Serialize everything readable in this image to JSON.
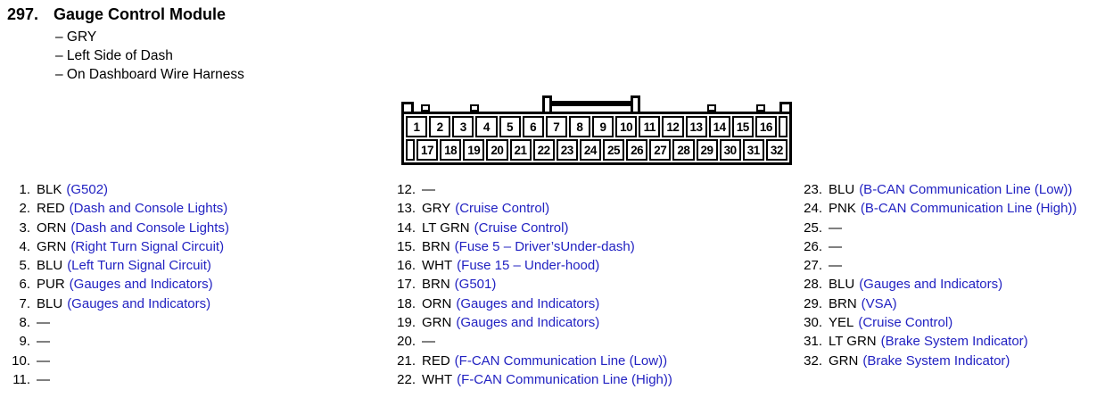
{
  "header": {
    "item_number": "297.",
    "title": "Gauge Control Module",
    "details": [
      "– GRY",
      "– Left Side of Dash",
      "– On Dashboard Wire Harness"
    ]
  },
  "colors": {
    "text": "#000000",
    "link_blue": "#2222c2"
  },
  "connector": {
    "top_pins": [
      "1",
      "2",
      "3",
      "4",
      "5",
      "6",
      "7",
      "8",
      "9",
      "10",
      "11",
      "12",
      "13",
      "14",
      "15",
      "16"
    ],
    "bottom_pins": [
      "17",
      "18",
      "19",
      "20",
      "21",
      "22",
      "23",
      "24",
      "25",
      "26",
      "27",
      "28",
      "29",
      "30",
      "31",
      "32"
    ]
  },
  "pins": [
    {
      "num": "1.",
      "code": "BLK",
      "desc": "(G502)"
    },
    {
      "num": "2.",
      "code": "RED",
      "desc": "(Dash and Console Lights)"
    },
    {
      "num": "3.",
      "code": "ORN",
      "desc": "(Dash and Console Lights)"
    },
    {
      "num": "4.",
      "code": "GRN",
      "desc": "(Right Turn Signal Circuit)"
    },
    {
      "num": "5.",
      "code": "BLU",
      "desc": "(Left Turn Signal Circuit)"
    },
    {
      "num": "6.",
      "code": "PUR",
      "desc": "(Gauges and Indicators)"
    },
    {
      "num": "7.",
      "code": "BLU",
      "desc": "(Gauges and Indicators)"
    },
    {
      "num": "8.",
      "code": "—",
      "desc": ""
    },
    {
      "num": "9.",
      "code": "—",
      "desc": ""
    },
    {
      "num": "10.",
      "code": "—",
      "desc": ""
    },
    {
      "num": "11.",
      "code": "—",
      "desc": ""
    },
    {
      "num": "12.",
      "code": "—",
      "desc": ""
    },
    {
      "num": "13.",
      "code": "GRY",
      "desc": "(Cruise Control)"
    },
    {
      "num": "14.",
      "code": "LT GRN",
      "desc": "(Cruise Control)"
    },
    {
      "num": "15.",
      "code": "BRN",
      "desc": "(Fuse 5 – Driver’sUnder-dash)"
    },
    {
      "num": "16.",
      "code": "WHT",
      "desc": "(Fuse 15 – Under-hood)"
    },
    {
      "num": "17.",
      "code": "BRN",
      "desc": "(G501)"
    },
    {
      "num": "18.",
      "code": "ORN",
      "desc": "(Gauges and Indicators)"
    },
    {
      "num": "19.",
      "code": "GRN",
      "desc": "(Gauges and Indicators)"
    },
    {
      "num": "20.",
      "code": "—",
      "desc": ""
    },
    {
      "num": "21.",
      "code": "RED",
      "desc": "(F-CAN Communication Line (Low))"
    },
    {
      "num": "22.",
      "code": "WHT",
      "desc": "(F-CAN Communication Line (High))"
    },
    {
      "num": "23.",
      "code": "BLU",
      "desc": "(B-CAN Communication Line (Low))"
    },
    {
      "num": "24.",
      "code": "PNK",
      "desc": "(B-CAN Communication Line (High))"
    },
    {
      "num": "25.",
      "code": "—",
      "desc": ""
    },
    {
      "num": "26.",
      "code": "—",
      "desc": ""
    },
    {
      "num": "27.",
      "code": "—",
      "desc": ""
    },
    {
      "num": "28.",
      "code": "BLU",
      "desc": "(Gauges and Indicators)"
    },
    {
      "num": "29.",
      "code": "BRN",
      "desc": "(VSA)"
    },
    {
      "num": "30.",
      "code": "YEL",
      "desc": "(Cruise Control)"
    },
    {
      "num": "31.",
      "code": "LT GRN",
      "desc": "(Brake System Indicator)"
    },
    {
      "num": "32.",
      "code": "GRN",
      "desc": "(Brake System Indicator)"
    }
  ]
}
